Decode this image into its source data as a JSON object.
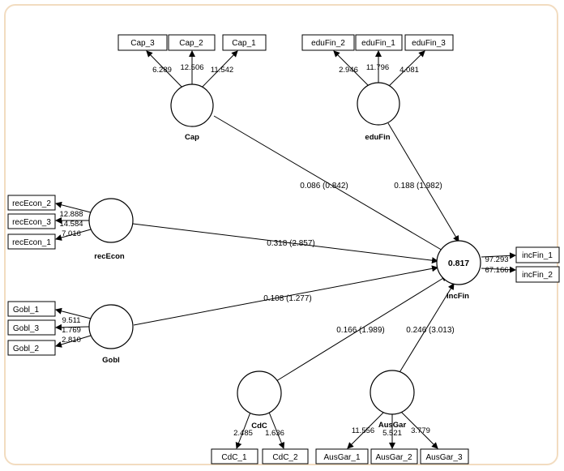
{
  "constructs": {
    "cap": "Cap",
    "eduFin": "eduFin",
    "recEcon": "recEcon",
    "gobl": "Gobl",
    "incFin": "IncFin",
    "cdc": "CdC",
    "ausGar": "AusGar"
  },
  "r2": {
    "incFin": "0.817"
  },
  "indicators": {
    "cap_3": "Cap_3",
    "cap_2": "Cap_2",
    "cap_1": "Cap_1",
    "eduFin_2": "eduFin_2",
    "eduFin_1": "eduFin_1",
    "eduFin_3": "eduFin_3",
    "recEcon_2": "recEcon_2",
    "recEcon_3": "recEcon_3",
    "recEcon_1": "recEcon_1",
    "gobl_1": "Gobl_1",
    "gobl_3": "Gobl_3",
    "gobl_2": "Gobl_2",
    "incFin_1": "incFin_1",
    "incFin_2": "incFin_2",
    "cdc_1": "CdC_1",
    "cdc_2": "CdC_2",
    "ausGar_1": "AusGar_1",
    "ausGar_2": "AusGar_2",
    "ausGar_3": "AusGar_3"
  },
  "loadings": {
    "cap_3": "6.289",
    "cap_2": "12.506",
    "cap_1": "11.542",
    "eduFin_2": "2.946",
    "eduFin_1": "11.796",
    "eduFin_3": "4.081",
    "recEcon_2": "12.888",
    "recEcon_3": "14.584",
    "recEcon_1": "7.016",
    "gobl_1": "9.511",
    "gobl_3": "1.769",
    "gobl_2": "2.810",
    "incFin_1": "97.293",
    "incFin_2": "67.166",
    "cdc_1": "2.485",
    "cdc_2": "1.636",
    "ausGar_1": "11.556",
    "ausGar_2": "5.521",
    "ausGar_3": "3.779"
  },
  "paths": {
    "cap_incFin": "0.086 (0.842)",
    "eduFin_incFin": "0.188 (1.982)",
    "recEcon_incFin": "0.318 (2.857)",
    "gobl_incFin": "0.108 (1.277)",
    "cdc_incFin": "0.166 (1.989)",
    "ausGar_incFin": "0.246 (3.013)"
  }
}
